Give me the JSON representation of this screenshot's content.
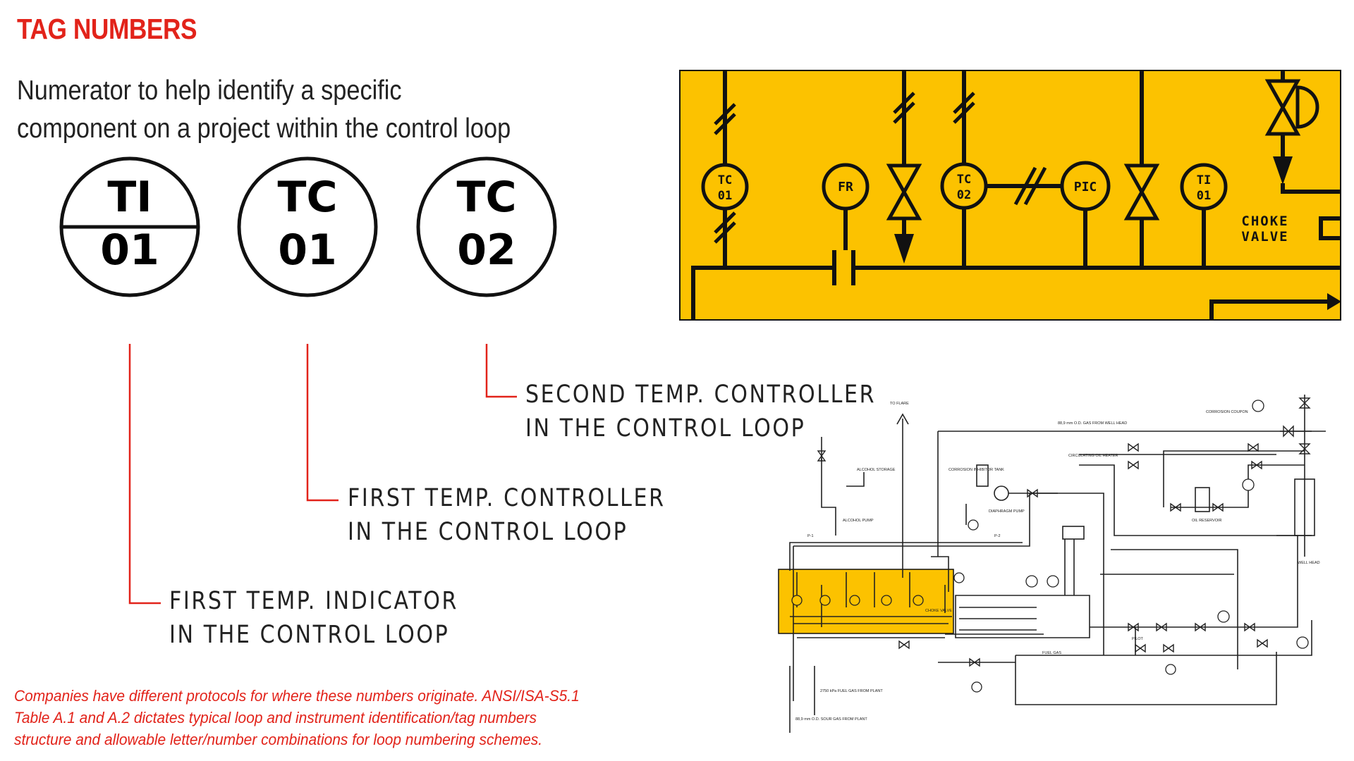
{
  "header": {
    "title": "TAG NUMBERS",
    "subtitle_line1": "Numerator to help identify a specific",
    "subtitle_line2": "component on a project within the control loop"
  },
  "tags": [
    {
      "letters": "TI",
      "number": "01",
      "divided": true
    },
    {
      "letters": "TC",
      "number": "01",
      "divided": false
    },
    {
      "letters": "TC",
      "number": "02",
      "divided": false
    }
  ],
  "callouts": [
    {
      "line1": "SECOND TEMP. CONTROLLER",
      "line2": "IN THE CONTROL LOOP"
    },
    {
      "line1": "FIRST TEMP. CONTROLLER",
      "line2": "IN THE CONTROL LOOP"
    },
    {
      "line1": "FIRST TEMP. INDICATOR",
      "line2": "IN THE CONTROL LOOP"
    }
  ],
  "detail": {
    "tc01_a": "TC",
    "tc01_b": "01",
    "fr": "FR",
    "tc02_a": "TC",
    "tc02_b": "02",
    "pic": "PIC",
    "ti01_a": "TI",
    "ti01_b": "01",
    "choke_line1": "CHOKE",
    "choke_line2": "VALVE"
  },
  "overview": {
    "to_flare": "TO FLARE",
    "gas_well": "88,9 mm O.D. GAS FROM WELL HEAD",
    "corrosion_coupon": "CORROSION COUPON",
    "alcohol_storage": "ALCOHOL STORAGE",
    "corrosion_tank": "CORROSION INHIBITOR TANK",
    "circulating": "CIRCULATING OIL HEATER",
    "alcohol_pump": "ALCOHOL PUMP",
    "diaphragm_pump": "DIAPHRAGM PUMP",
    "oil_reservoir": "OIL RESERVOIR",
    "well_head": "WELL HEAD",
    "p1": "P-1",
    "p2": "P-2",
    "choke_valve": "CHOKE VALVE",
    "pilot": "PILOT",
    "fuel_gas": "FUEL GAS",
    "fuel_gas_plant": "2750 kPa FUEL GAS FROM PLANT",
    "sour_gas": "88,9 mm O.D. SOUR GAS FROM PLANT"
  },
  "footnote": {
    "line1": "Companies have different protocols for where these numbers originate. ANSI/ISA-S5.1",
    "line2": "Table A.1 and A.2 dictates typical loop and instrument identification/tag numbers",
    "line3": "structure and allowable letter/number combinations for loop numbering schemes."
  },
  "colors": {
    "accent": "#e2231a",
    "highlight": "#fcc200",
    "ink": "#111111"
  }
}
